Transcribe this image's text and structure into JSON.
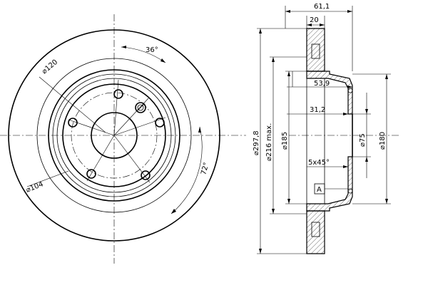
{
  "front_view": {
    "angle_top": "36°",
    "angle_right": "72°",
    "dia_pcd": "120",
    "dia_hole": "104"
  },
  "section_view": {
    "total_width": "61,1",
    "disc_thickness": "20",
    "depth_1": "53,9",
    "depth_2": "31,2",
    "chamfer": "5x45°",
    "datum": "A",
    "dia_outer": "297,8",
    "dia_friction": "216 max.",
    "dia_hat": "185",
    "dia_center_bore": "75",
    "dia_hat_outer": "180"
  },
  "colors": {
    "line": "#000000",
    "background": "#ffffff"
  }
}
